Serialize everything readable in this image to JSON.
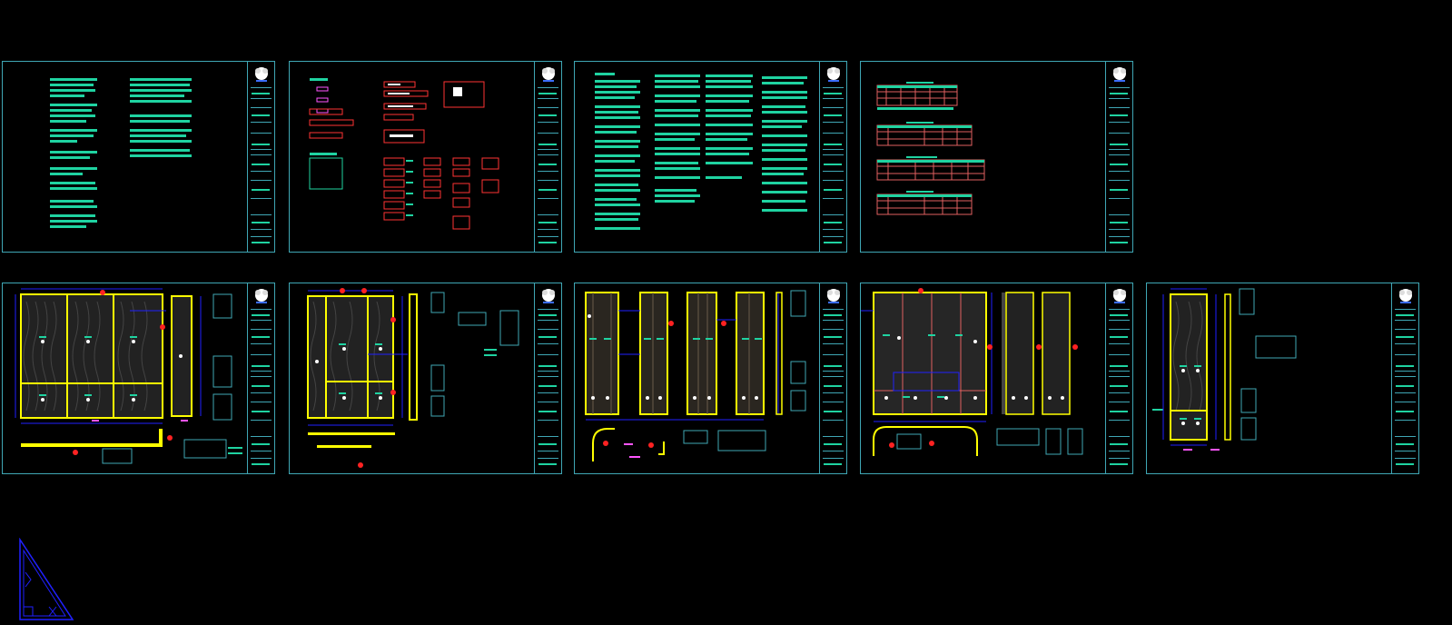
{
  "app": {
    "background": "#000000"
  },
  "colors": {
    "frame": "#3fa7b5",
    "text": "#1fd3a1",
    "wall": "#ffff00",
    "dim": "#0000ff",
    "tag": "#ff2222",
    "note": "#ff55ff",
    "panel_fill": "#1a1a1a",
    "wood": "#2a2a2a"
  },
  "sheets": [
    {
      "id": "sheet-1",
      "kind": "text-notes"
    },
    {
      "id": "sheet-2",
      "kind": "legend"
    },
    {
      "id": "sheet-3",
      "kind": "text-notes"
    },
    {
      "id": "sheet-4",
      "kind": "schedules"
    },
    {
      "id": "sheet-5",
      "kind": "elevation"
    },
    {
      "id": "sheet-6",
      "kind": "elevation"
    },
    {
      "id": "sheet-7",
      "kind": "elevation"
    },
    {
      "id": "sheet-8",
      "kind": "elevation"
    },
    {
      "id": "sheet-9",
      "kind": "elevation"
    }
  ],
  "ucs_icon": {
    "icon": "ucs-triangle-icon"
  }
}
